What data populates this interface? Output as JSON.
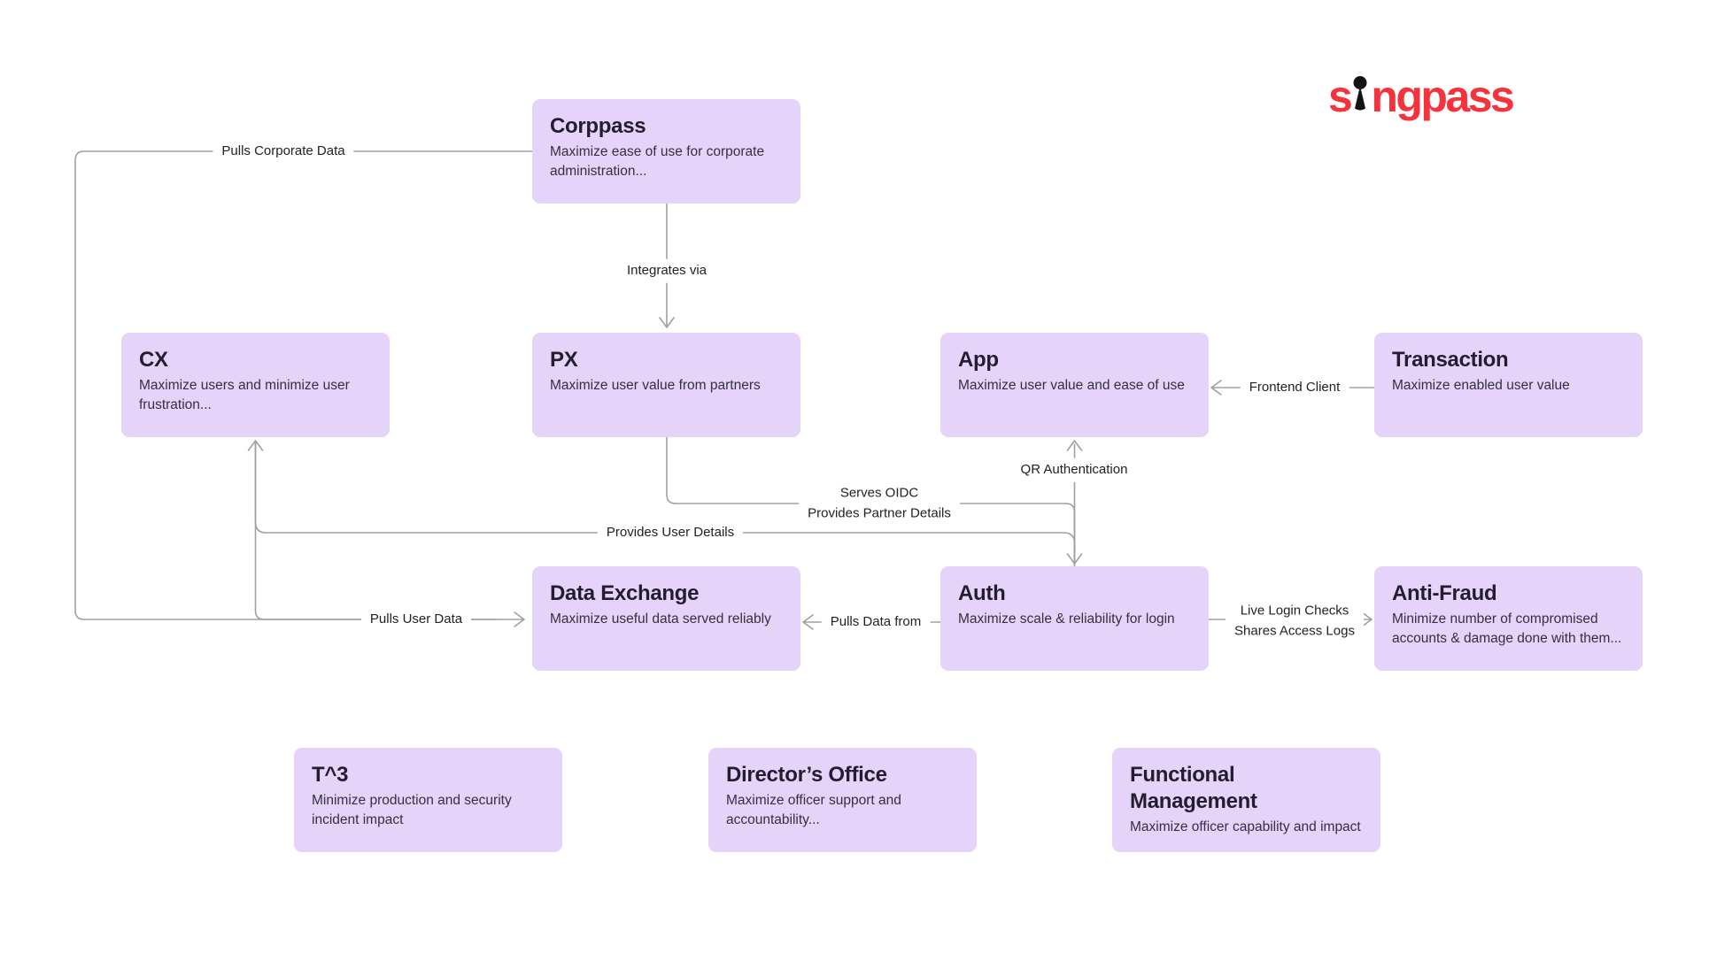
{
  "logo": {
    "part1": "s",
    "part2": "ngpass",
    "brand_color": "#F4333D",
    "keyhole_color": "#141414"
  },
  "colors": {
    "node_fill": "#E5D3FA",
    "connector_gray": "#A0A0A0",
    "title_text": "#231D30",
    "background": "#FFFFFF"
  },
  "nodes": {
    "corppass": {
      "title": "Corppass",
      "desc": "Maximize ease of use for corporate administration..."
    },
    "cx": {
      "title": "CX",
      "desc": "Maximize users and minimize user frustration..."
    },
    "px": {
      "title": "PX",
      "desc": "Maximize user value from partners"
    },
    "app": {
      "title": "App",
      "desc": "Maximize user value and ease of use"
    },
    "transaction": {
      "title": "Transaction",
      "desc": "Maximize enabled user value"
    },
    "data_exchange": {
      "title": "Data Exchange",
      "desc": "Maximize useful data served reliably"
    },
    "auth": {
      "title": "Auth",
      "desc": "Maximize scale & reliability for login"
    },
    "anti_fraud": {
      "title": "Anti-Fraud",
      "desc": "Minimize number of compromised accounts & damage done with them..."
    },
    "t3": {
      "title": "T^3",
      "desc": "Minimize production and security incident impact"
    },
    "directors_office": {
      "title": "Director’s Office",
      "desc": "Maximize officer support and accountability..."
    },
    "functional_management": {
      "title": "Functional Management",
      "desc": "Maximize officer capability and impact"
    }
  },
  "edges": {
    "pulls_corporate_data": {
      "label": "Pulls Corporate Data"
    },
    "integrates_via": {
      "label": "Integrates via"
    },
    "frontend_client": {
      "label": "Frontend Client"
    },
    "serves_oidc": {
      "line1": "Serves OIDC",
      "line2": "Provides Partner Details"
    },
    "qr_authentication": {
      "label": "QR Authentication"
    },
    "provides_user_details": {
      "label": "Provides User Details"
    },
    "pulls_user_data": {
      "label": "Pulls User Data"
    },
    "pulls_data_from": {
      "label": "Pulls Data from"
    },
    "live_login_checks": {
      "line1": "Live Login Checks",
      "line2": "Shares Access Logs"
    }
  }
}
